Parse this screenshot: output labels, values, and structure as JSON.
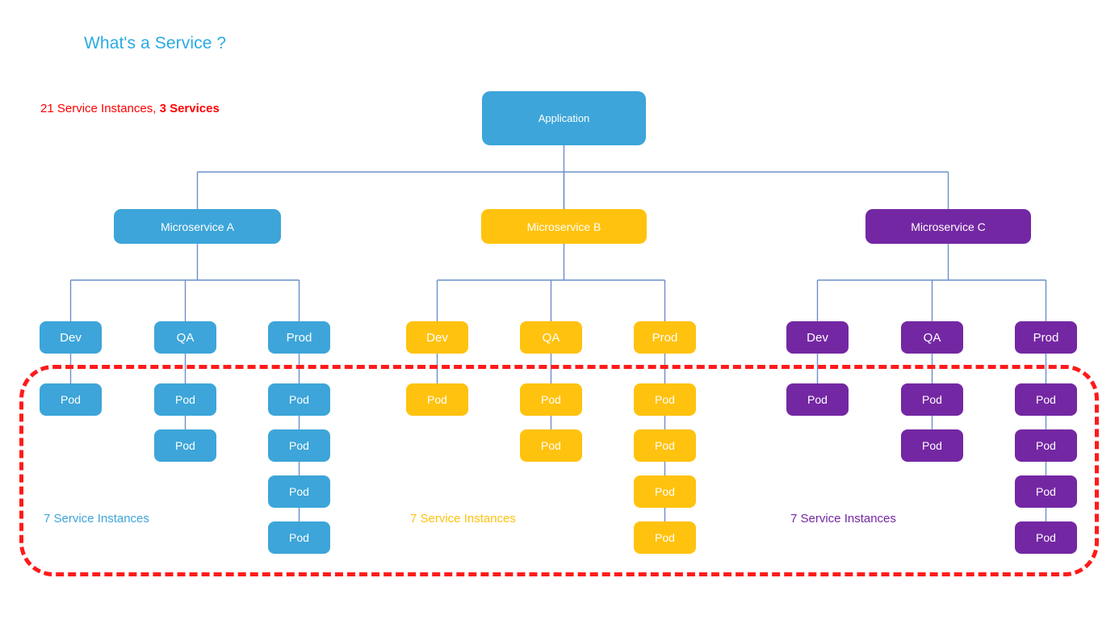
{
  "page": {
    "title": "What's a Service ?",
    "title_color": "#29ABE2",
    "background": "#ffffff"
  },
  "summary": {
    "instances_text": "21 Service Instances, ",
    "services_text": "3 Services",
    "color": "#FF0000"
  },
  "palette": {
    "blue": "#3DA5D9",
    "yellow": "#FFC20E",
    "purple": "#7427A3",
    "wire": "#6B8FCB",
    "group_red": "#FF1A1A"
  },
  "root": {
    "label": "Application",
    "color": "#3DA5D9"
  },
  "columns": [
    {
      "id": "a",
      "service_label": "Microservice A",
      "color": "#3DA5D9",
      "instances_label": "7 Service Instances",
      "environments": [
        {
          "label": "Dev",
          "pods": [
            "Pod"
          ]
        },
        {
          "label": "QA",
          "pods": [
            "Pod",
            "Pod"
          ]
        },
        {
          "label": "Prod",
          "pods": [
            "Pod",
            "Pod",
            "Pod",
            "Pod"
          ]
        }
      ]
    },
    {
      "id": "b",
      "service_label": "Microservice B",
      "color": "#FFC20E",
      "instances_label": "7 Service Instances",
      "environments": [
        {
          "label": "Dev",
          "pods": [
            "Pod"
          ]
        },
        {
          "label": "QA",
          "pods": [
            "Pod",
            "Pod"
          ]
        },
        {
          "label": "Prod",
          "pods": [
            "Pod",
            "Pod",
            "Pod",
            "Pod"
          ]
        }
      ]
    },
    {
      "id": "c",
      "service_label": "Microservice C",
      "color": "#7427A3",
      "instances_label": "7 Service Instances",
      "environments": [
        {
          "label": "Dev",
          "pods": [
            "Pod"
          ]
        },
        {
          "label": "QA",
          "pods": [
            "Pod",
            "Pod"
          ]
        },
        {
          "label": "Prod",
          "pods": [
            "Pod",
            "Pod",
            "Pod",
            "Pod"
          ]
        }
      ]
    }
  ]
}
